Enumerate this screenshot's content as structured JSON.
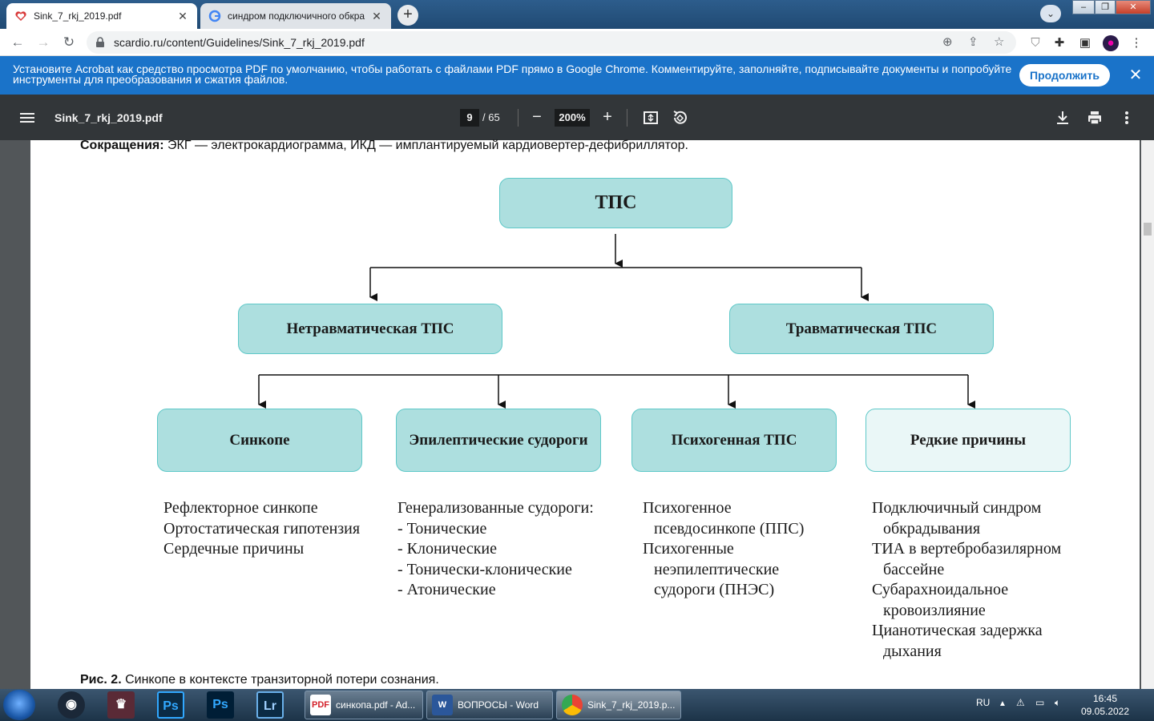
{
  "browser": {
    "tabs": [
      {
        "title": "Sink_7_rkj_2019.pdf",
        "active": true
      },
      {
        "title": "синдром подключичного обкра",
        "active": false
      }
    ],
    "new_tab": "+",
    "url": "scardio.ru/content/Guidelines/Sink_7_rkj_2019.pdf"
  },
  "banner": {
    "message": "Установите Acrobat как средство просмотра PDF по умолчанию, чтобы работать с файлами PDF прямо в Google Chrome. Комментируйте, заполняйте, подписывайте документы и попробуйте инструменты для преобразования и сжатия файлов.",
    "proceed_label": "Продолжить"
  },
  "pdf_toolbar": {
    "filename": "Sink_7_rkj_2019.pdf",
    "page_current": "9",
    "page_total": "/ 65",
    "zoom": "200%"
  },
  "document": {
    "abbr_label": "Сокращения:",
    "abbr_text": " ЭКГ — электрокардиограмма, ИКД — имплантируемый кардиовертер-дефибриллятор.",
    "root": "ТПС",
    "level1": [
      "Нетравматическая ТПС",
      "Травматическая ТПС"
    ],
    "level2": [
      "Синкопе",
      "Эпилептические судороги",
      "Психогенная ТПС",
      "Редкие причины"
    ],
    "details": {
      "syncope": [
        "Рефлекторное синкопе",
        "Ортостатическая гипотензия",
        "Сердечные причины"
      ],
      "epilepsy": [
        "Генерализованные судороги:",
        "- Тонические",
        "- Клонические",
        "- Тонически-клонические",
        "- Атонические"
      ],
      "psychogenic": [
        "Психогенное",
        "псевдосинкопе (ППС)",
        "Психогенные",
        "неэпилептические",
        "судороги (ПНЭС)"
      ],
      "rare": [
        "Подключичный синдром",
        "обкрадывания",
        "ТИА в вертебробазилярном",
        "бассейне",
        "Субарахноидальное",
        "кровоизлияние",
        "Цианотическая задержка",
        "дыхания"
      ]
    },
    "caption_label": "Рис. 2.",
    "caption_text": " Синкопе в контексте транзиторной потери сознания."
  },
  "taskbar": {
    "items": [
      "синкопа.pdf - Ad...",
      "ВОПРОСЫ - Word",
      "Sink_7_rkj_2019.p..."
    ],
    "lang": "RU",
    "time": "16:45",
    "date": "09.05.2022"
  }
}
